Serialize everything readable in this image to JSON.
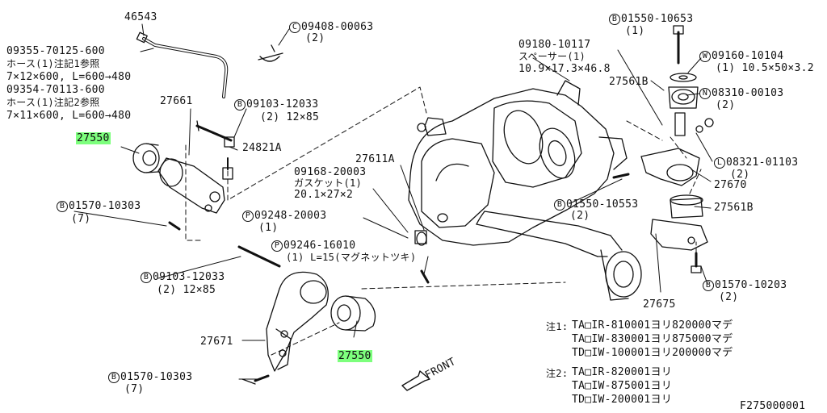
{
  "labels": {
    "p46543": "46543",
    "hose1_no": "09355-70125-600",
    "hose1_desc": "ホース(1)注記1参照",
    "hose1_dim": "7×12×600, L=600→480",
    "hose2_no": "09354-70113-600",
    "hose2_desc": "ホース(1)注記2参照",
    "hose2_dim": "7×11×600, L=600→480",
    "p27661": "27661",
    "p27550a": "27550",
    "bolt1_circle": "B",
    "bolt1_no": "09103-12033",
    "bolt1_qty": "(2) 12×85",
    "p24821a": "24821A",
    "bolt2_circle": "B",
    "bolt2_no": "01570-10303",
    "bolt2_qty": "(7)",
    "clamp_circle": "C",
    "clamp_no": "09408-00063",
    "clamp_qty": "(2)",
    "p27611a": "27611A",
    "gasket_no": "09168-20003",
    "gasket_desc": "ガスケット(1)",
    "gasket_dim": "20.1×27×2",
    "plug1_circle": "P",
    "plug1_no": "09248-20003",
    "plug1_qty": "(1)",
    "plug2_circle": "P",
    "plug2_no": "09246-16010",
    "plug2_desc": "(1) L=15(マグネットツキ)",
    "bolt3_circle": "B",
    "bolt3_no": "09103-12033",
    "bolt3_qty": "(2) 12×85",
    "p27671": "27671",
    "p27550b": "27550",
    "bolt4_circle": "B",
    "bolt4_no": "01570-10303",
    "bolt4_qty": "(7)",
    "front": "FRONT",
    "bolt5_circle": "B",
    "bolt5_no": "01550-10653",
    "bolt5_qty": "(1)",
    "spacer_no": "09180-10117",
    "spacer_desc": "スペーサー(1)",
    "spacer_dim": "10.9×17.3×46.8",
    "washer_circle": "W",
    "washer_no": "09160-10104",
    "washer_dim": "(1) 10.5×50×3.2",
    "p27561b_a": "27561B",
    "nut_circle": "N",
    "nut_no": "08310-00103",
    "nut_qty": "(2)",
    "lock_circle": "L",
    "lock_no": "08321-01103",
    "lock_qty": "(2)",
    "p27670": "27670",
    "bolt6_circle": "B",
    "bolt6_no": "01550-10553",
    "bolt6_qty": "(2)",
    "p27561b_b": "27561B",
    "bolt7_circle": "B",
    "bolt7_no": "01570-10203",
    "bolt7_qty": "(2)",
    "p27675": "27675",
    "note1_head": "注1:",
    "note1_l1": "TA□IR-810001ヨリ820000マデ",
    "note1_l2": "TA□IW-830001ヨリ875000マデ",
    "note1_l3": "TD□IW-100001ヨリ200000マデ",
    "note2_head": "注2:",
    "note2_l1": "TA□IR-820001ヨリ",
    "note2_l2": "TA□IW-875001ヨリ",
    "note2_l3": "TD□IW-200001ヨリ",
    "figure_id": "F275000001"
  },
  "colors": {
    "highlight": "#7dff7d",
    "ink": "#111111"
  }
}
